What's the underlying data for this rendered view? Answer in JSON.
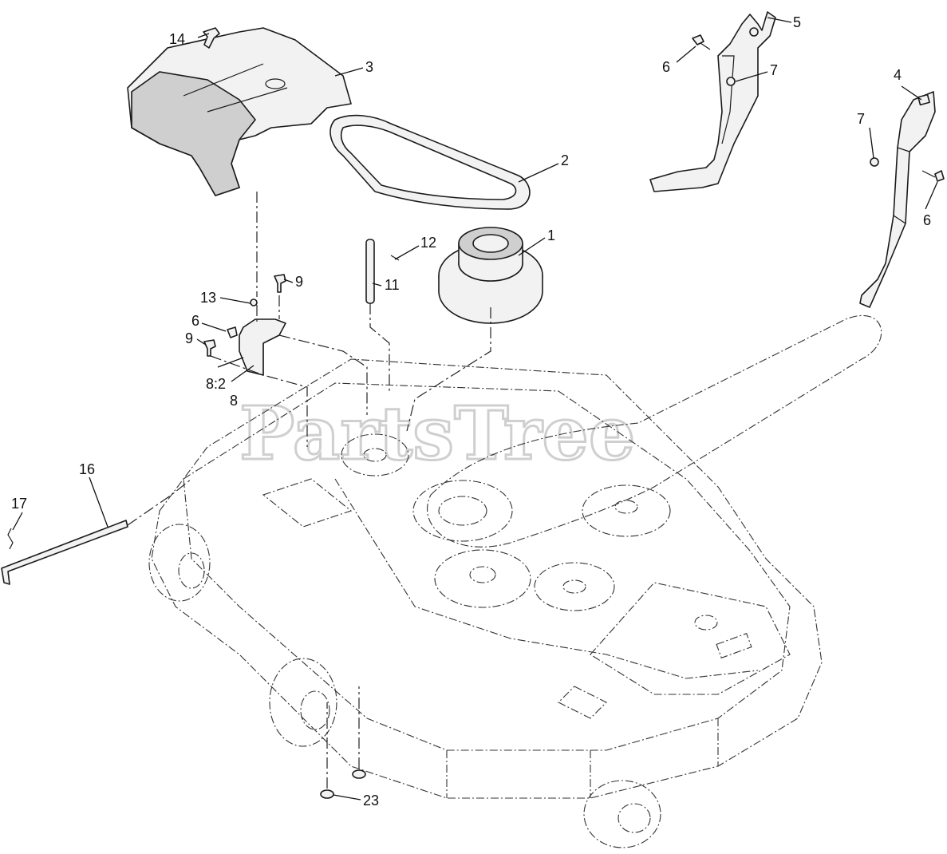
{
  "watermark": "PartsTree",
  "callouts": {
    "c1": "1",
    "c2": "2",
    "c3": "3",
    "c4": "4",
    "c5": "5",
    "c6a": "6",
    "c6b": "6",
    "c6c": "6",
    "c7a": "7",
    "c7b": "7",
    "c8": "8",
    "c8_2": "8:2",
    "c9a": "9",
    "c9b": "9",
    "c11": "11",
    "c12": "12",
    "c13": "13",
    "c14": "14",
    "c16": "16",
    "c17": "17",
    "c23": "23"
  },
  "colors": {
    "line": "#1a1a1a",
    "part_fill": "#f2f2f2",
    "watermark": "#cfcfcf"
  }
}
